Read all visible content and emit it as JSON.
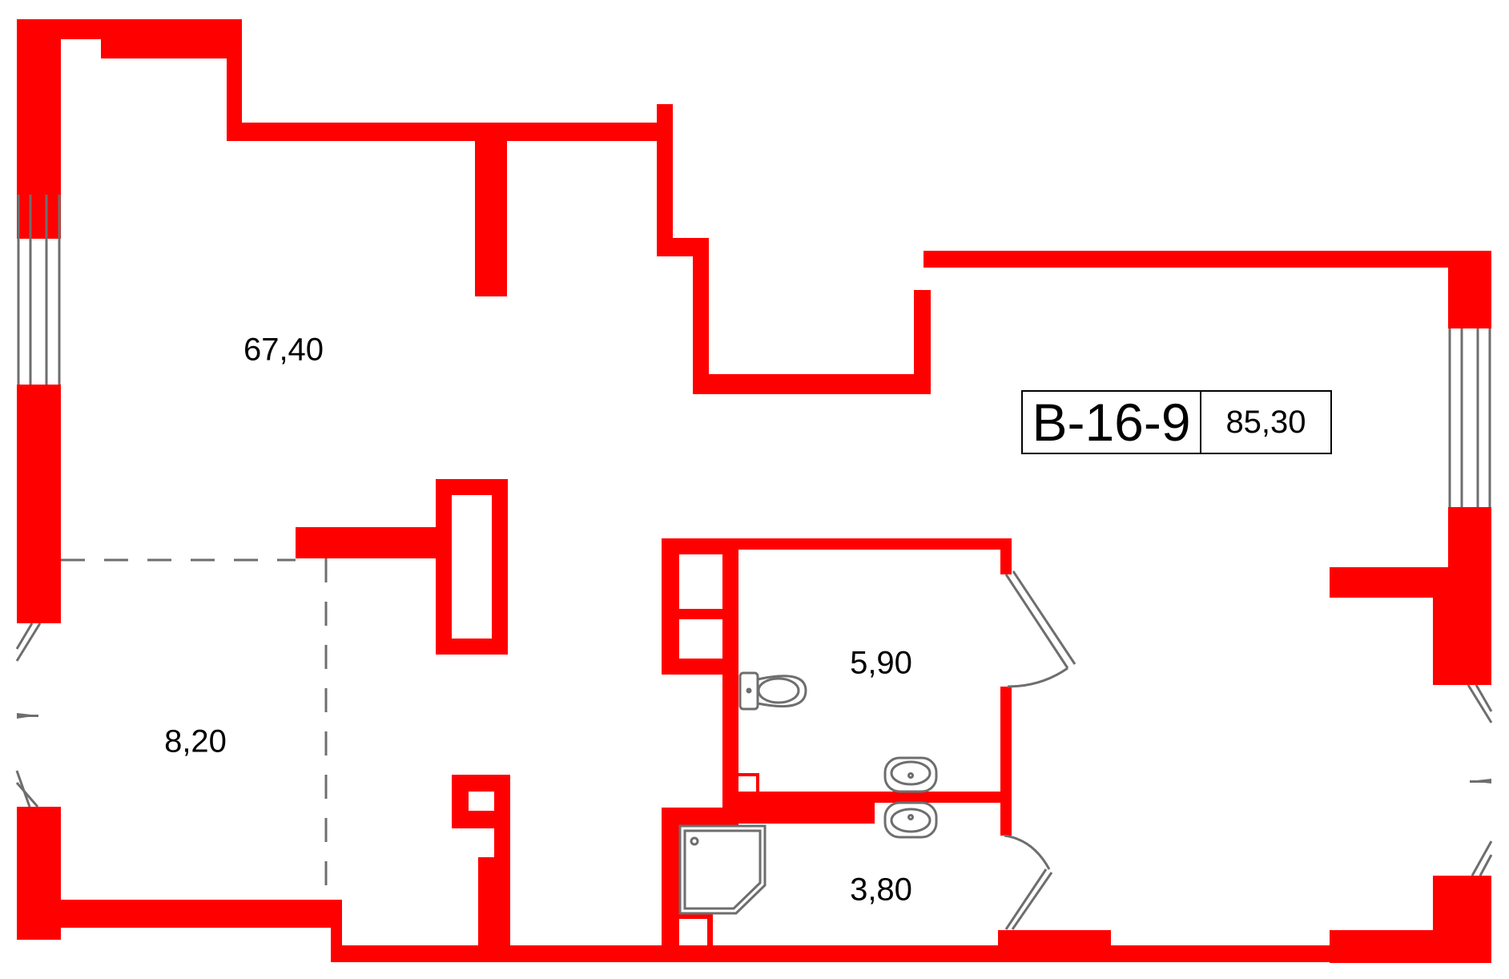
{
  "plan": {
    "unit_id": "B-16-9",
    "total_area": "85,30",
    "wall_color": "#ff0000",
    "fixture_color": "#6e6e6e",
    "rooms": [
      {
        "name": "main-room",
        "area": "67,40"
      },
      {
        "name": "bay-area",
        "area": "8,20"
      },
      {
        "name": "bathroom",
        "area": "5,90"
      },
      {
        "name": "shower-room",
        "area": "3,80"
      }
    ]
  }
}
